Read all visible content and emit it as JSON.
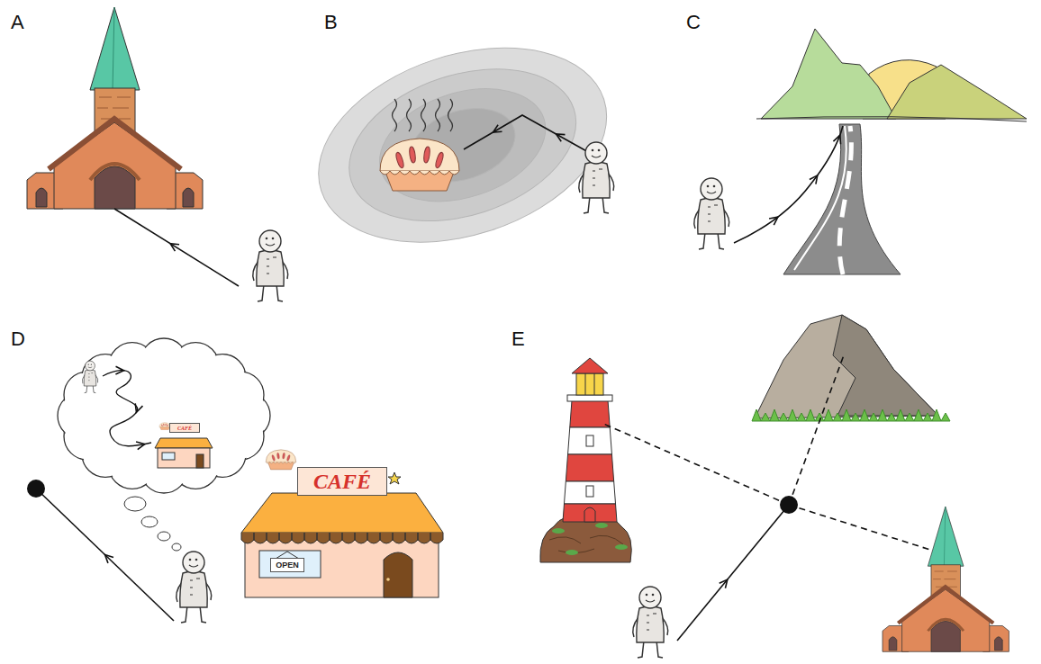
{
  "diagram": {
    "nodes": [
      {
        "text": [
          "CAFÉ"
        ]
      },
      {
        "text": [
          "CAFÉ"
        ]
      },
      {
        "text": [
          "OPEN"
        ]
      }
    ],
    "labels": [
      "A",
      "B",
      "C",
      "D",
      "E"
    ]
  }
}
